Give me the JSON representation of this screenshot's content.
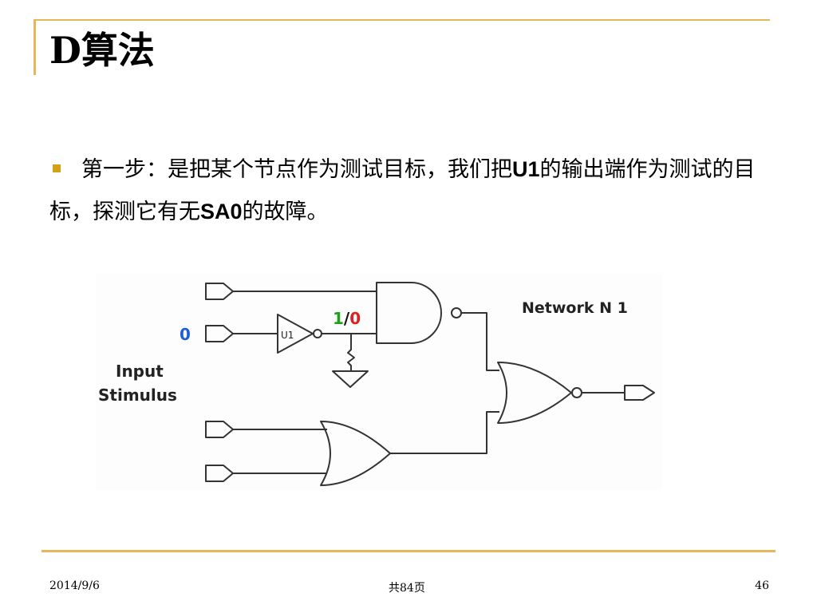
{
  "slide": {
    "title": "D算法",
    "bullet": {
      "before": "第一步：是把某个节点作为测试目标，我们把",
      "b1": "U1",
      "middle": "的输出端作为测试的目标，探测它有无",
      "b2": "SA0",
      "after": "的故障。"
    },
    "diagram": {
      "network_label": "Network N 1",
      "input_label_line1": "Input",
      "input_label_line2": "Stimulus",
      "input_value": "0",
      "gate_label": "U1",
      "fault_good": "1",
      "fault_sep": "/",
      "fault_bad": "0"
    },
    "footer": {
      "date": "2014/9/6",
      "center": "共84页",
      "page": "46"
    }
  },
  "colors": {
    "accent": "#E5B65A",
    "bullet": "#D4A017",
    "input_value": "#1F5FD6",
    "fault_good": "#1DA01D",
    "fault_bad": "#E02020"
  }
}
